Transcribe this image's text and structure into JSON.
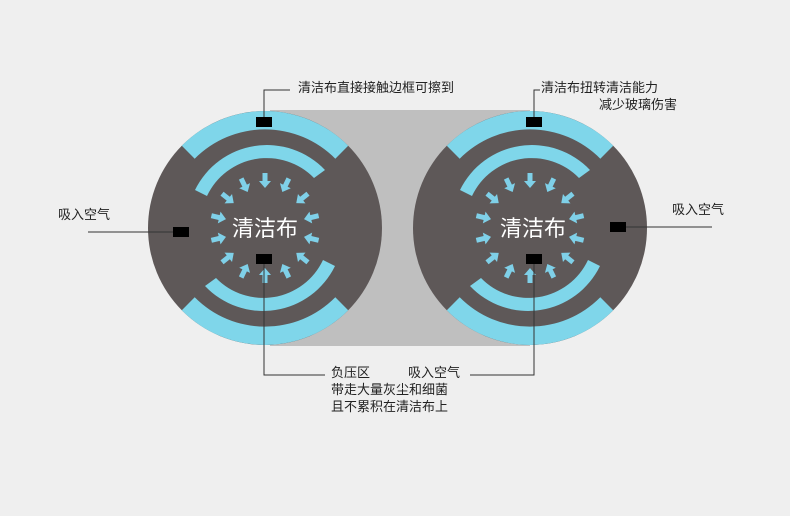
{
  "colors": {
    "background": "#efefef",
    "disc": "#5e5858",
    "band": "#bfbfbf",
    "cyan_ring": "#7fd6ea",
    "arrow": "#7fd0e8",
    "marker": "#000000",
    "leader": "#333333"
  },
  "left_disc": {
    "center_label": "清洁布",
    "annotation_top": "清洁布直接接触边框可擦到",
    "annotation_side": "吸入空气"
  },
  "right_disc": {
    "center_label": "清洁布",
    "annotation_top_line1": "清洁布扭转清洁能力",
    "annotation_top_line2": "减少玻璃伤害",
    "annotation_side": "吸入空气"
  },
  "bottom": {
    "left_line1": "负压区",
    "left_line2": "带走大量灰尘和细菌",
    "left_line3": "且不累积在清洁布上",
    "right_line1": "吸入空气"
  }
}
